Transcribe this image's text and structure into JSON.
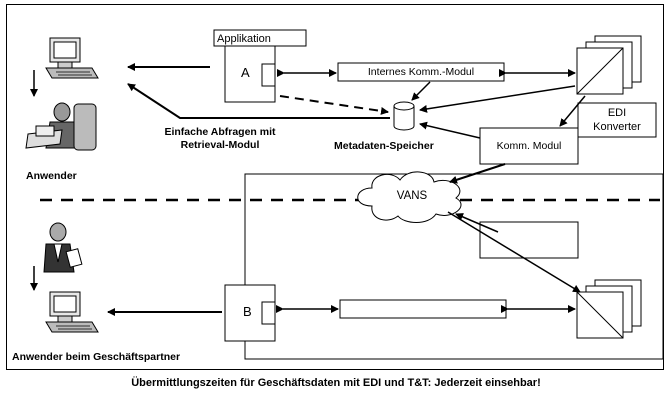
{
  "labels": {
    "applikation": "Applikation",
    "box_a": "A",
    "box_b": "B",
    "internes_modul": "Internes Komm.-Modul",
    "edi_konverter_line1": "EDI",
    "edi_konverter_line2": "Konverter",
    "komm_modul": "Komm. Modul",
    "metadaten": "Metadaten-Speicher",
    "abfragen_line1": "Einfache Abfragen mit",
    "abfragen_line2": "Retrieval-Modul",
    "anwender": "Anwender",
    "anwender_partner": "Anwender beim Geschäftspartner",
    "vans": "VANS"
  },
  "caption": "Übermittlungszeiten für Geschäftsdaten mit EDI und T&T: Jederzeit einsehbar!",
  "icons": [
    "computer-icon",
    "user-at-desk-icon",
    "businessman-icon",
    "document-stack-icon",
    "database-cylinder-icon",
    "cloud-icon"
  ]
}
